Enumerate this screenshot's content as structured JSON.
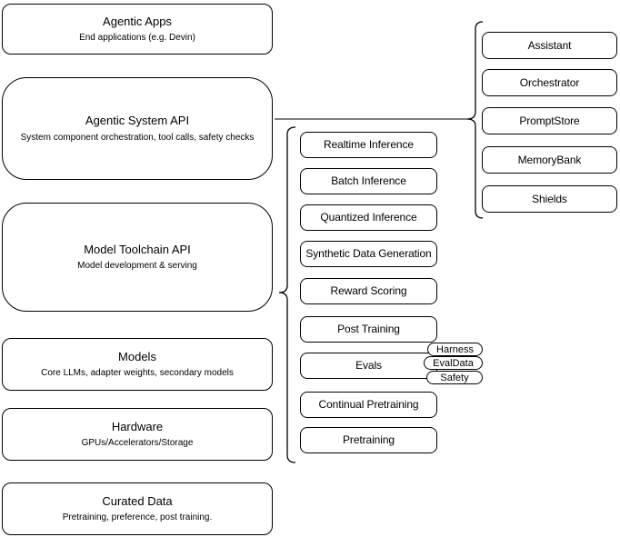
{
  "diagram": {
    "colors": {
      "stroke": "#000000",
      "fill": "#ffffff",
      "text": "#000000"
    },
    "stack": [
      {
        "title": "Agentic Apps",
        "subtitle": "End applications (e.g. Devin)"
      },
      {
        "title": "Agentic System API",
        "subtitle": "System component orchestration, tool calls, safety checks"
      },
      {
        "title": "Model Toolchain API",
        "subtitle": "Model development & serving"
      },
      {
        "title": "Models",
        "subtitle": "Core LLMs, adapter weights, secondary models"
      },
      {
        "title": "Hardware",
        "subtitle": "GPUs/Accelerators/Storage"
      },
      {
        "title": "Curated Data",
        "subtitle": "Pretraining, preference, post training."
      }
    ],
    "toolchain_components": [
      "Realtime Inference",
      "Batch Inference",
      "Quantized Inference",
      "Synthetic Data Generation",
      "Reward Scoring",
      "Post Training",
      "Evals",
      "Continual Pretraining",
      "Pretraining"
    ],
    "evals_pills": [
      "Harness",
      "EvalData",
      "Safety"
    ],
    "system_components": [
      "Assistant",
      "Orchestrator",
      "PromptStore",
      "MemoryBank",
      "Shields"
    ]
  }
}
